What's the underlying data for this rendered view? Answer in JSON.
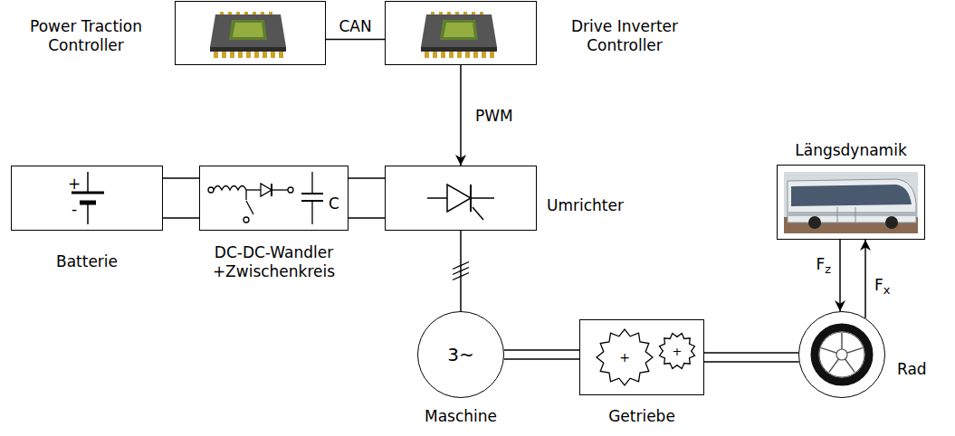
{
  "diagram": {
    "nodes": [
      {
        "text": [
          "Power Traction Controller"
        ]
      },
      {
        "text": [
          "Drive Inverter Controller"
        ]
      },
      {
        "text": [
          "Batterie"
        ]
      },
      {
        "text": [
          "DC-DC-Wandler +Zwischenkreis"
        ]
      },
      {
        "text": [
          "Umrichter"
        ]
      },
      {
        "text": [
          "Längsdynamik"
        ]
      },
      {
        "text": [
          "3~",
          "Maschine"
        ]
      },
      {
        "text": [
          "Getriebe"
        ]
      },
      {
        "text": [
          "Rad"
        ]
      }
    ],
    "edges": [
      {
        "from": 0,
        "to": 1,
        "arrow": "none",
        "label": "CAN"
      },
      {
        "from": 1,
        "to": 4,
        "arrow": "to",
        "label": "PWM"
      },
      {
        "from": 2,
        "to": 3,
        "arrow": "none"
      },
      {
        "from": 3,
        "to": 4,
        "arrow": "none"
      },
      {
        "from": 4,
        "to": 6,
        "arrow": "none"
      },
      {
        "from": 6,
        "to": 7,
        "arrow": "none"
      },
      {
        "from": 7,
        "to": 8,
        "arrow": "none"
      },
      {
        "from": 5,
        "to": 8,
        "arrow": "to",
        "label": "Fz"
      },
      {
        "from": 8,
        "to": 5,
        "arrow": "to",
        "label": "Fx"
      }
    ],
    "labels": [
      "+",
      "-",
      "C",
      "+",
      "+"
    ]
  }
}
